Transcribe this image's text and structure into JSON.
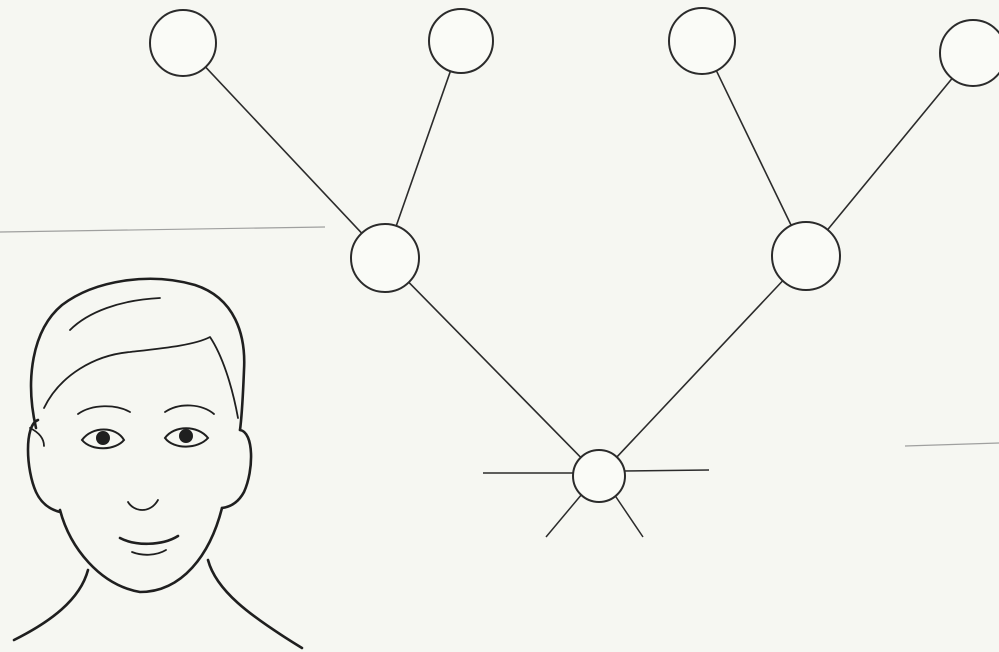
{
  "diagram": {
    "nodes": [
      {
        "id": "leaf-1",
        "level": "top"
      },
      {
        "id": "leaf-2",
        "level": "top"
      },
      {
        "id": "leaf-3",
        "level": "top"
      },
      {
        "id": "leaf-4",
        "level": "top"
      },
      {
        "id": "branch-left",
        "level": "middle"
      },
      {
        "id": "branch-right",
        "level": "middle"
      },
      {
        "id": "root",
        "level": "bottom"
      }
    ],
    "edges": [
      {
        "from": "leaf-1",
        "to": "branch-left"
      },
      {
        "from": "leaf-2",
        "to": "branch-left"
      },
      {
        "from": "leaf-3",
        "to": "branch-right"
      },
      {
        "from": "leaf-4",
        "to": "branch-right"
      },
      {
        "from": "branch-left",
        "to": "root"
      },
      {
        "from": "branch-right",
        "to": "root"
      }
    ],
    "root_rays": 4
  },
  "illustration": {
    "subject": "face-line-drawing"
  },
  "colors": {
    "paper": "#f6f7f2",
    "ink": "#2b2b2b"
  }
}
